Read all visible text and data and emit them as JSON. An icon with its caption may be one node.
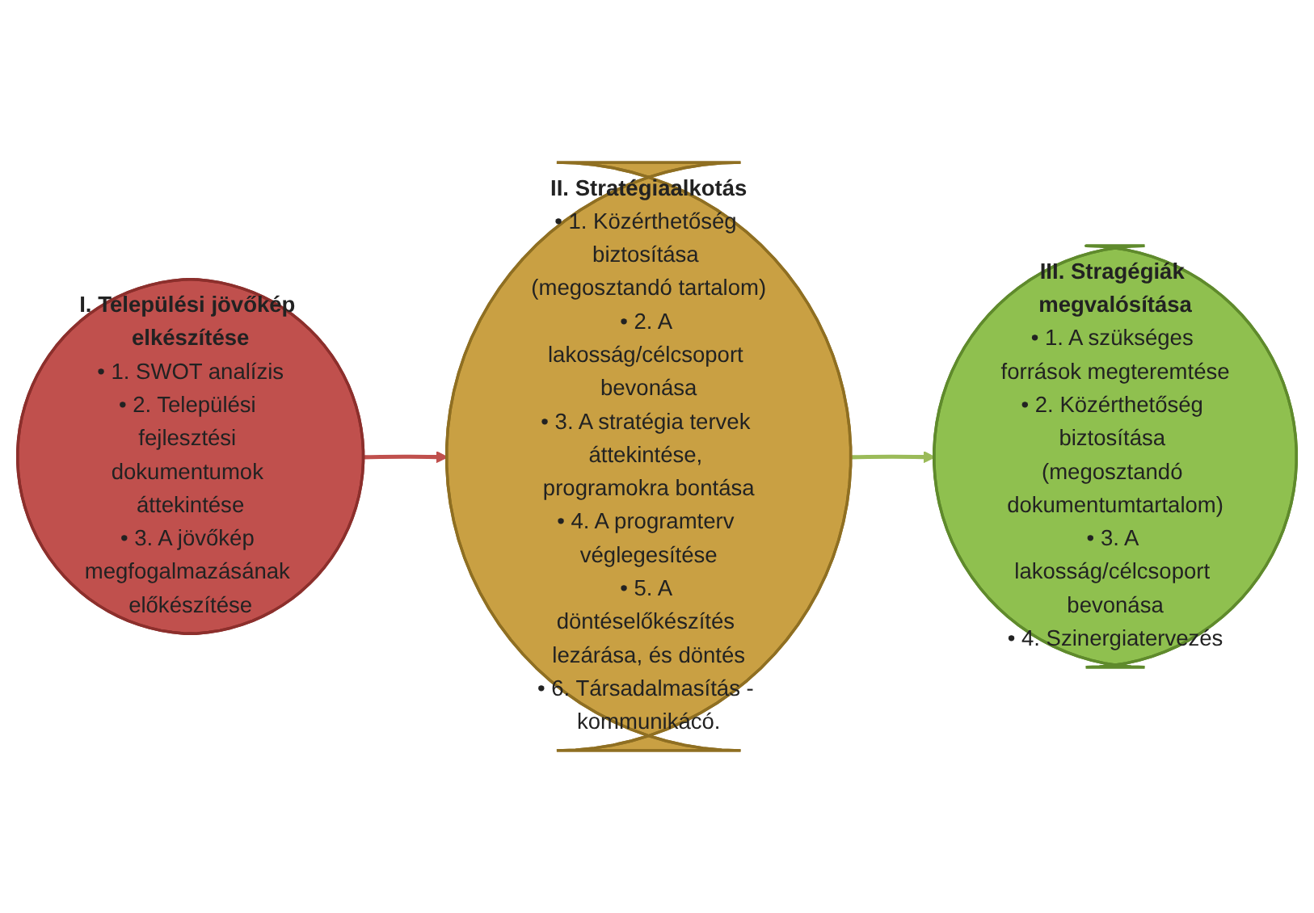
{
  "diagram": {
    "nodes": [
      {
        "text": [
          "I. Települési jövőkép elkészítése",
          "• 1. SWOT analízis",
          "• 2. Települési fejlesztési dokumentumok áttekintése",
          "• 3. A jövőkép megfogalmazásának előkészítése"
        ]
      },
      {
        "text": [
          "II. Stratégiaalkotás",
          "• 1. Közérthetőség biztosítása (megosztandó tartalom)",
          "• 2. A lakosság/célcsoport bevonása",
          "• 3. A stratégia tervek áttekintése, programokra bontása",
          "• 4. A programterv véglegesítése",
          "• 5. A döntéselőkészítés lezárása, és döntés",
          "• 6. Társadalmasítás - kommunikácó."
        ]
      },
      {
        "text": [
          "III. Stragégiák megvalósítása",
          "• 1. A szükséges források megteremtése",
          "• 2. Közérthetőség biztosítása (megosztandó dokumentumtartalom)",
          "• 3. A lakosság/célcsoport bevonása",
          "• 4. Szinergiatervezés"
        ]
      }
    ],
    "edges": [
      {
        "from": 0,
        "to": 1,
        "arrow": "to",
        "color": "#c0504d"
      },
      {
        "from": 1,
        "to": 2,
        "arrow": "to",
        "color": "#9bbb59"
      }
    ]
  }
}
